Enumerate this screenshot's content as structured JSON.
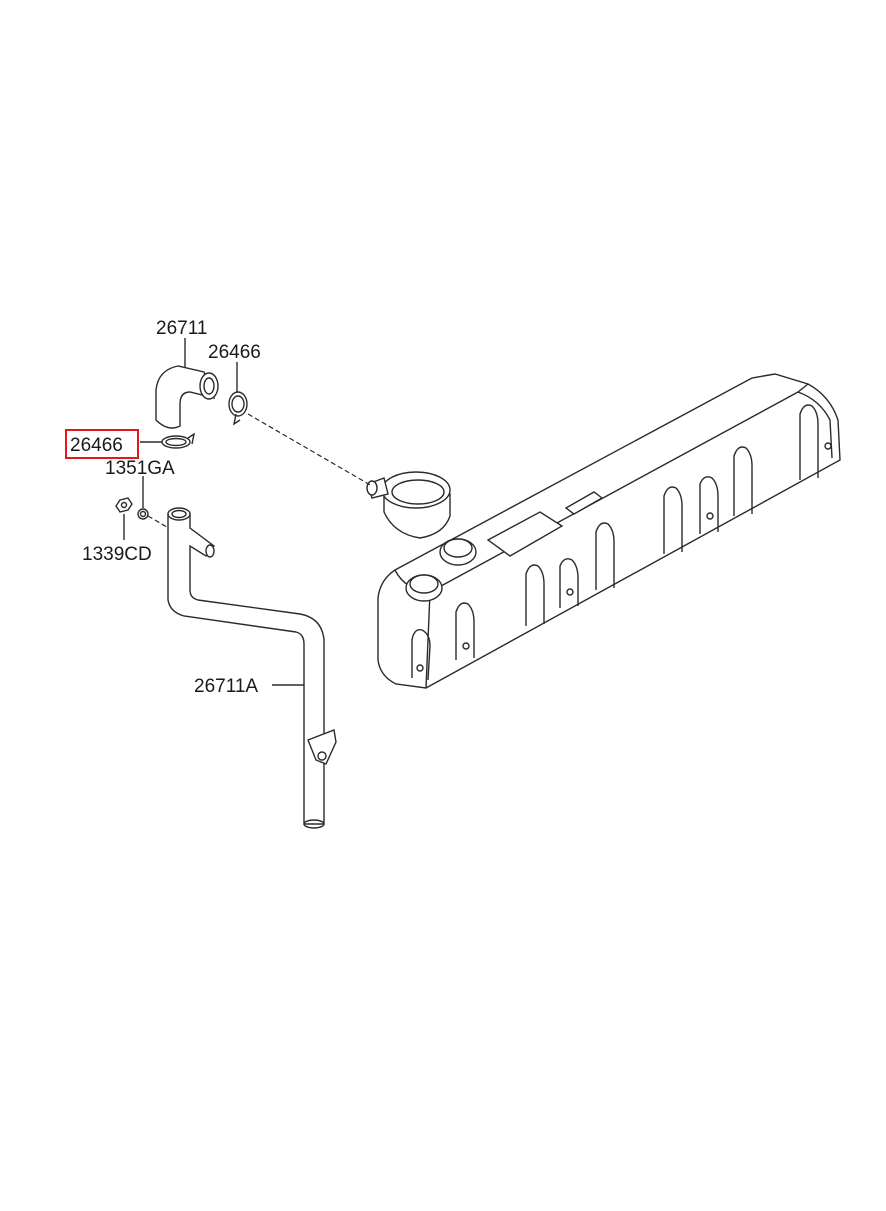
{
  "labels": {
    "hose_upper": "26711",
    "clamp_upper": "26466",
    "clamp_lower": "26466",
    "bolt": "1351GA",
    "nut": "1339CD",
    "pipe": "26711A"
  },
  "highlight_color": "#e0191d",
  "line_color": "#2b2b2b"
}
